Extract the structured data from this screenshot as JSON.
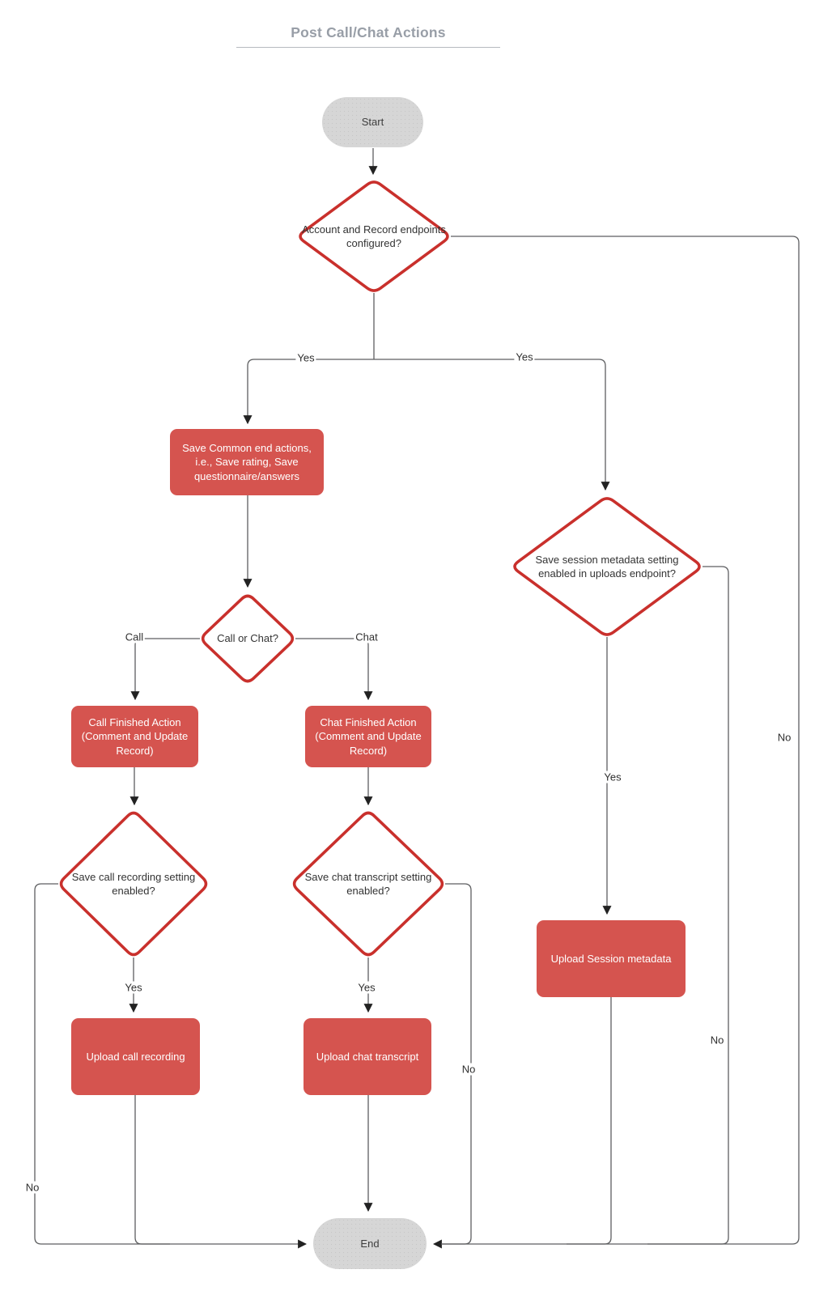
{
  "title": "Post Call/Chat Actions",
  "diagram": {
    "nodes": {
      "start": {
        "type": "terminator",
        "label": "Start"
      },
      "account_configured": {
        "type": "decision",
        "label": "Account and Record endpoints configured?"
      },
      "save_common": {
        "type": "process",
        "label": "Save Common end actions, i.e., Save rating, Save questionnaire/answers"
      },
      "call_or_chat": {
        "type": "decision",
        "label": "Call or Chat?"
      },
      "call_finished": {
        "type": "process",
        "label": "Call Finished Action (Comment and Update Record)"
      },
      "chat_finished": {
        "type": "process",
        "label": "Chat Finished Action (Comment and Update Record)"
      },
      "save_call_recording": {
        "type": "decision",
        "label": "Save call recording setting enabled?"
      },
      "save_chat_transcript": {
        "type": "decision",
        "label": "Save chat transcript setting enabled?"
      },
      "save_session_metadata": {
        "type": "decision",
        "label": "Save session metadata setting enabled in uploads endpoint?"
      },
      "upload_call_recording": {
        "type": "process",
        "label": "Upload call recording"
      },
      "upload_chat_transcript": {
        "type": "process",
        "label": "Upload chat transcript"
      },
      "upload_session_metadata": {
        "type": "process",
        "label": "Upload Session metadata"
      },
      "end": {
        "type": "terminator",
        "label": "End"
      }
    },
    "edge_labels": {
      "yes_to_common": "Yes",
      "yes_to_session_branch": "Yes",
      "call": "Call",
      "chat": "Chat",
      "yes_call": "Yes",
      "yes_chat": "Yes",
      "yes_session": "Yes",
      "no_account": "No",
      "no_session": "No",
      "no_chat": "No",
      "no_call": "No"
    },
    "edges": [
      {
        "from": "start",
        "to": "account_configured",
        "label": ""
      },
      {
        "from": "account_configured",
        "to": "save_common",
        "label": "Yes"
      },
      {
        "from": "account_configured",
        "to": "save_session_metadata",
        "label": "Yes"
      },
      {
        "from": "account_configured",
        "to": "end",
        "label": "No"
      },
      {
        "from": "save_common",
        "to": "call_or_chat",
        "label": ""
      },
      {
        "from": "call_or_chat",
        "to": "call_finished",
        "label": "Call"
      },
      {
        "from": "call_or_chat",
        "to": "chat_finished",
        "label": "Chat"
      },
      {
        "from": "call_finished",
        "to": "save_call_recording",
        "label": ""
      },
      {
        "from": "chat_finished",
        "to": "save_chat_transcript",
        "label": ""
      },
      {
        "from": "save_call_recording",
        "to": "upload_call_recording",
        "label": "Yes"
      },
      {
        "from": "save_call_recording",
        "to": "end",
        "label": "No"
      },
      {
        "from": "save_chat_transcript",
        "to": "upload_chat_transcript",
        "label": "Yes"
      },
      {
        "from": "save_chat_transcript",
        "to": "end",
        "label": "No"
      },
      {
        "from": "save_session_metadata",
        "to": "upload_session_metadata",
        "label": "Yes"
      },
      {
        "from": "save_session_metadata",
        "to": "end",
        "label": "No"
      },
      {
        "from": "upload_call_recording",
        "to": "end",
        "label": ""
      },
      {
        "from": "upload_chat_transcript",
        "to": "end",
        "label": ""
      },
      {
        "from": "upload_session_metadata",
        "to": "end",
        "label": ""
      }
    ],
    "colors": {
      "decision_border": "#c9302c",
      "process_fill": "#d5544f",
      "terminator_fill": "#d6d6d6",
      "edge": "#5d5e60",
      "title": "#989ea7"
    }
  }
}
